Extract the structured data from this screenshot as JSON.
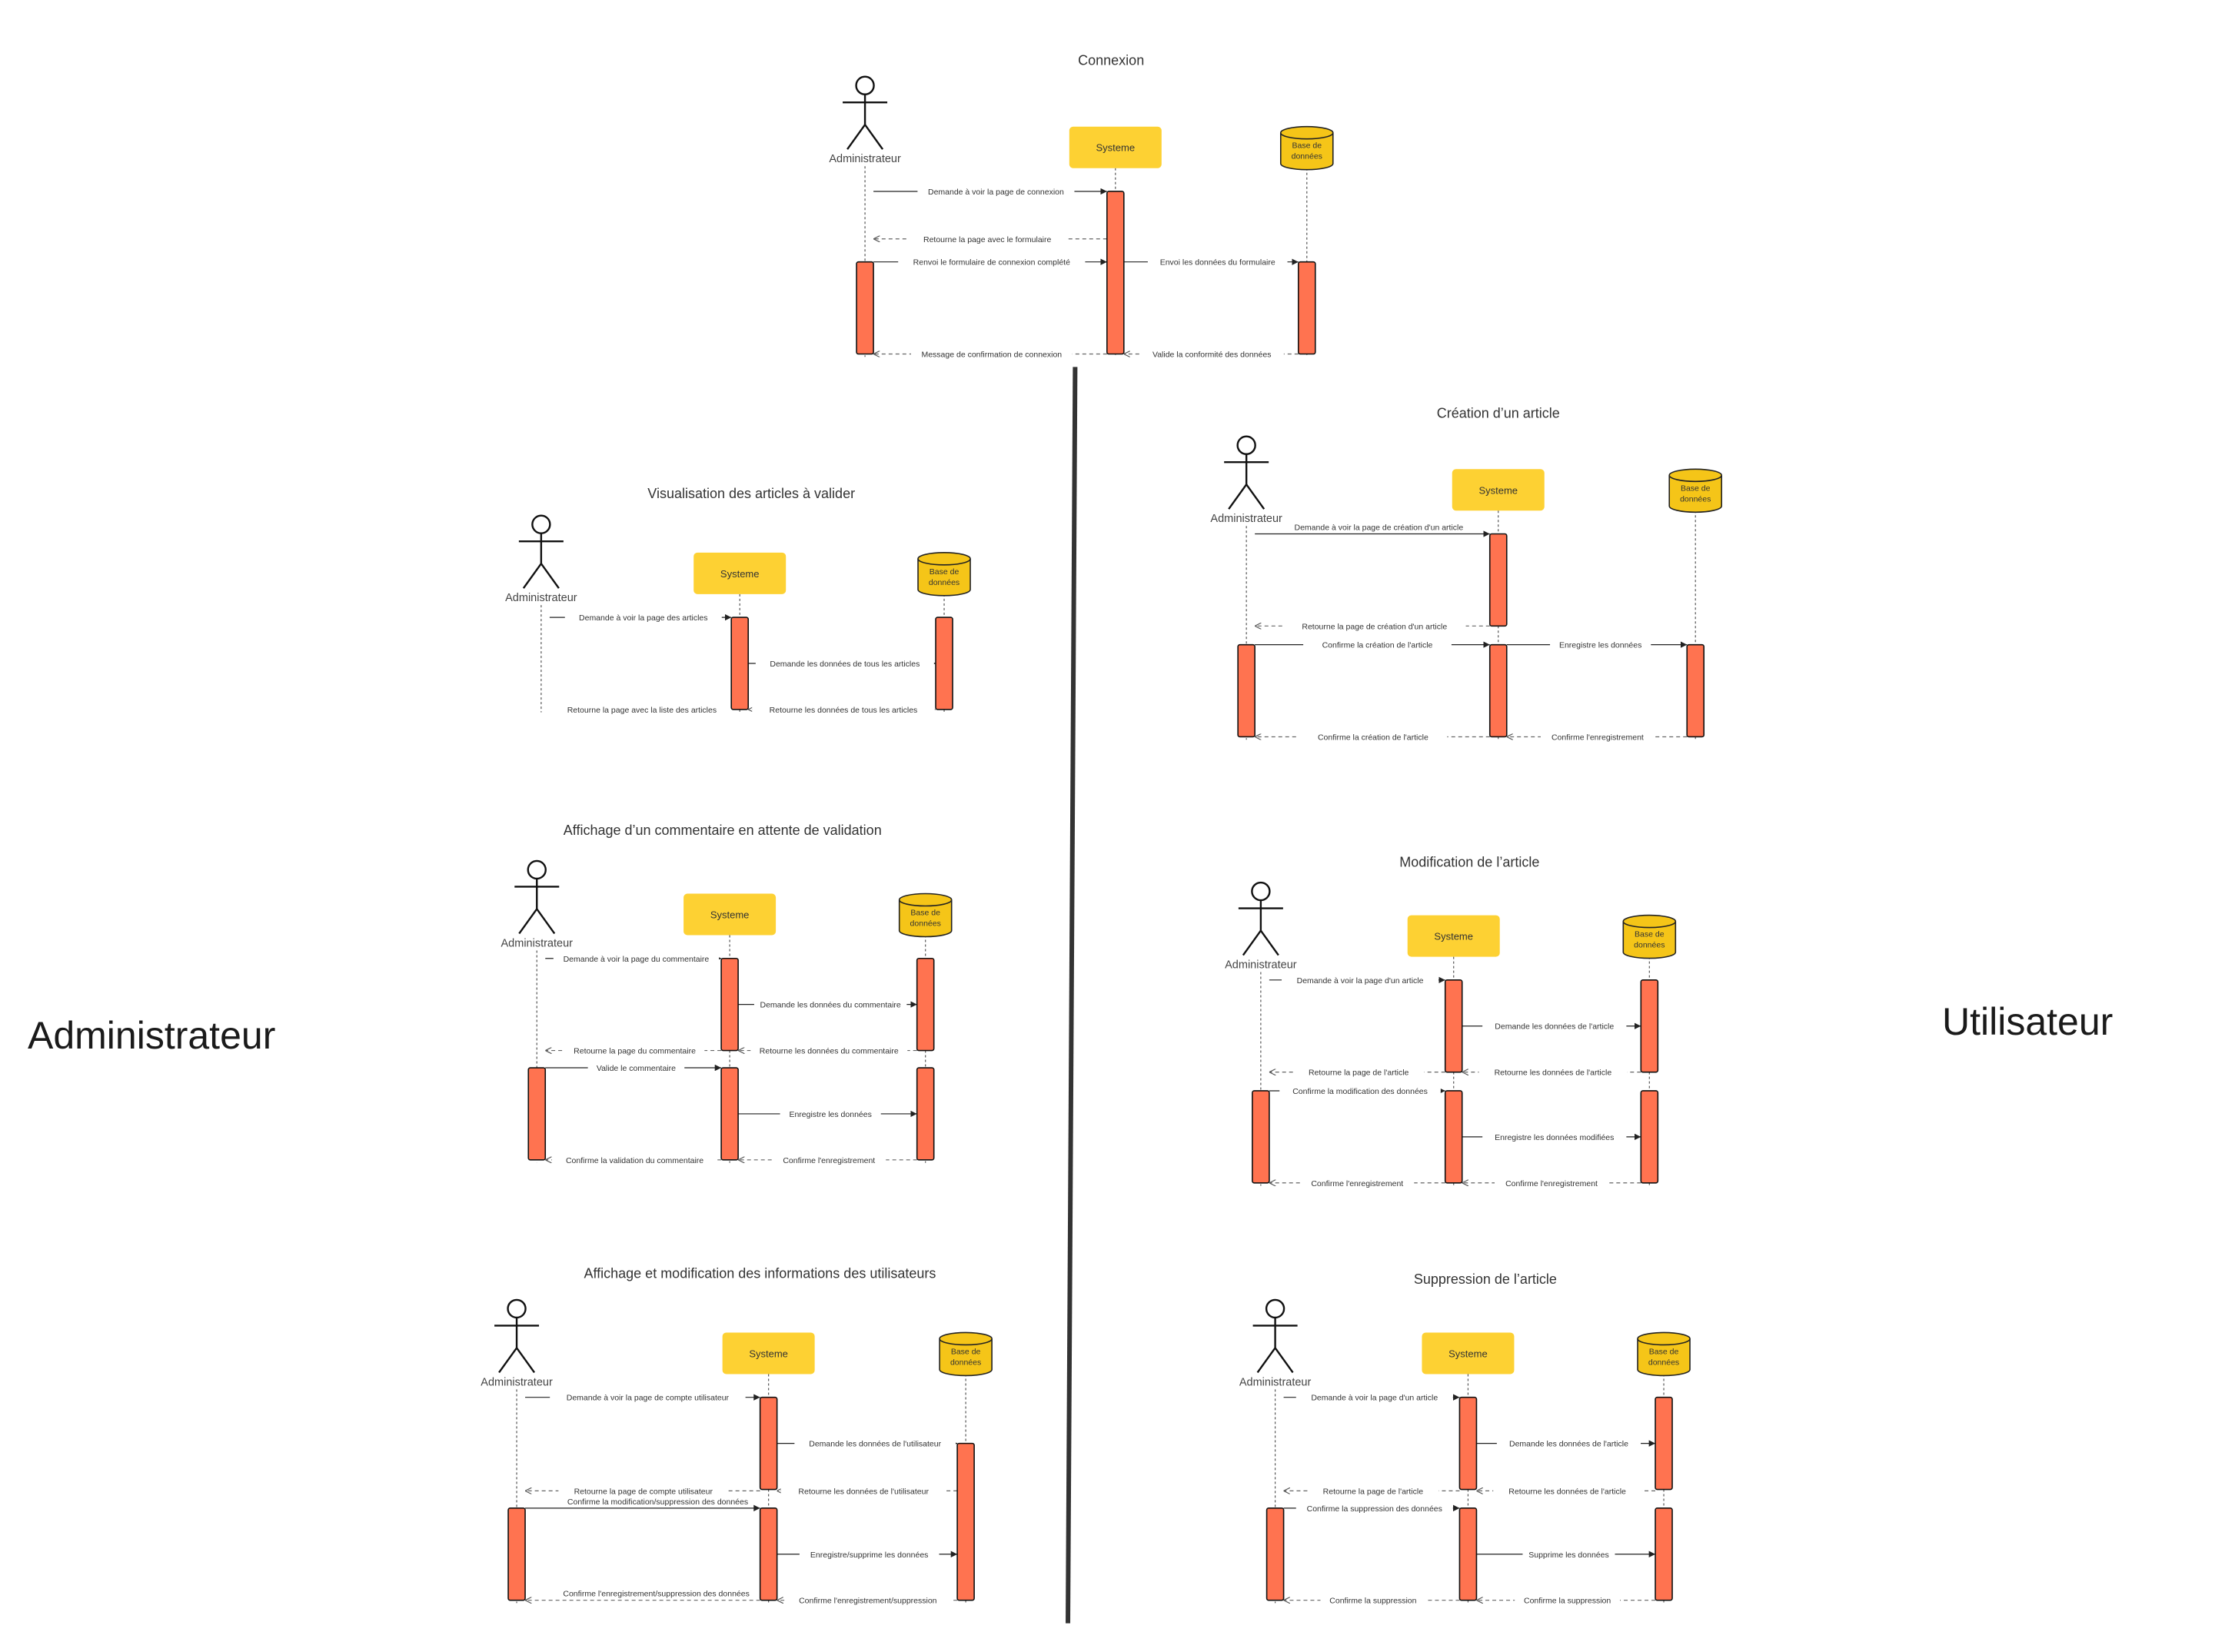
{
  "side_labels": {
    "left": "Administrateur",
    "right": "Utilisateur"
  },
  "colors": {
    "system_box": "#FDD133",
    "database": "#F5C518",
    "activation": "#FF7350",
    "line": "#555555",
    "divider": "#333333"
  },
  "common": {
    "actor": "Administrateur",
    "system": "Systeme",
    "database_line1": "Base de",
    "database_line2": "données"
  },
  "diagrams": [
    {
      "id": "connexion",
      "title": "Connexion",
      "messages": [
        "Demande à voir la page de connexion",
        "Retourne la page avec le formulaire",
        "Renvoi le formulaire de connexion complété",
        "Envoi les données du formulaire",
        "Valide la conformité des données",
        "Message de confirmation de connexion"
      ]
    },
    {
      "id": "visualisation",
      "title": "Visualisation des articles à valider",
      "messages": [
        "Demande à voir la page des articles",
        "Demande les données de tous les articles",
        "Retourne les données de tous les articles",
        "Retourne la page avec la liste des articles"
      ]
    },
    {
      "id": "commentaire",
      "title": "Affichage d’un commentaire en attente de validation",
      "messages": [
        "Demande à voir la page du commentaire",
        "Demande les données du commentaire",
        "Retourne les données du commentaire",
        "Retourne la page du commentaire",
        "Valide le commentaire",
        "Enregistre les données",
        "Confirme l'enregistrement",
        "Confirme la validation du commentaire"
      ]
    },
    {
      "id": "utilisateurs",
      "title": "Affichage et modification des informations des utilisateurs",
      "messages": [
        "Demande à voir la page de compte utilisateur",
        "Demande les données de l'utilisateur",
        "Retourne les données de l'utilisateur",
        "Retourne la page de compte utilisateur",
        "Confirme la modification/suppression des données",
        "Enregistre/supprime les données",
        "Confirme l'enregistrement/suppression",
        "Confirme l'enregistrement/suppression des données"
      ]
    },
    {
      "id": "creation",
      "title": "Création d’un article",
      "messages": [
        "Demande à voir la page de création d'un article",
        "Retourne la page de création d'un article",
        "Confirme la création de l'article",
        "Enregistre les données",
        "Confirme l'enregistrement",
        "Confirme la création de l'article"
      ]
    },
    {
      "id": "modification",
      "title": "Modification de l’article",
      "messages": [
        "Demande à voir la page d'un article",
        "Demande les données de l'article",
        "Retourne les données de l'article",
        "Retourne la page de l'article",
        "Confirme la modification des données",
        "Enregistre les données modifiées",
        "Confirme l'enregistrement",
        "Confirme l'enregistrement"
      ]
    },
    {
      "id": "suppression",
      "title": "Suppression de l’article",
      "messages": [
        "Demande à voir la page d'un article",
        "Demande les données de l'article",
        "Retourne les données de l'article",
        "Retourne la page de l'article",
        "Confirme la suppression des données",
        "Supprime les données",
        "Confirme la suppression",
        "Confirme la suppression"
      ]
    }
  ]
}
